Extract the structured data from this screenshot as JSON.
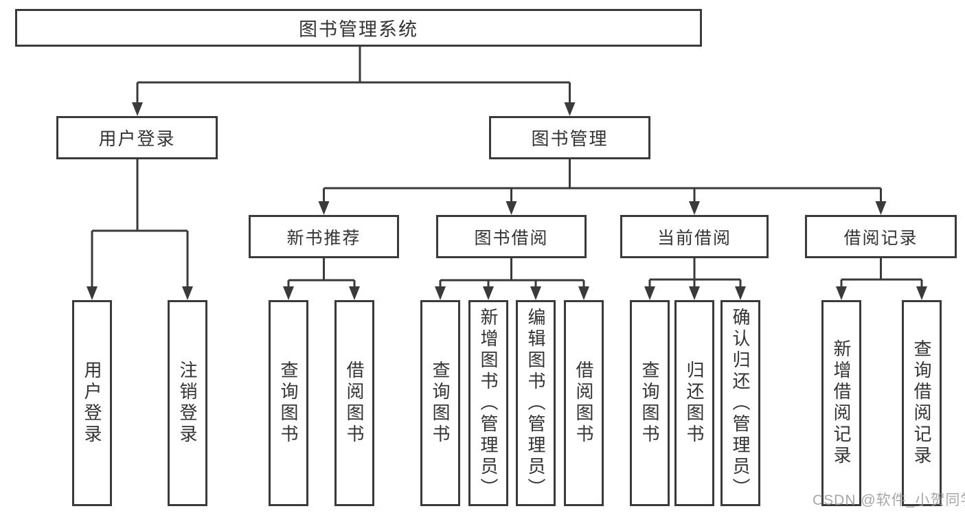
{
  "diagram": {
    "root": {
      "label": "图书管理系统"
    },
    "level2": [
      {
        "label": "用户登录",
        "children": [
          {
            "label": "用户登录"
          },
          {
            "label": "注销登录"
          }
        ]
      },
      {
        "label": "图书管理",
        "children": [
          {
            "label": "新书推荐",
            "children": [
              {
                "label": "查询图书"
              },
              {
                "label": "借阅图书"
              }
            ]
          },
          {
            "label": "图书借阅",
            "children": [
              {
                "label": "查询图书"
              },
              {
                "label": "新增图书（管理员）"
              },
              {
                "label": "编辑图书（管理员）"
              },
              {
                "label": "借阅图书"
              }
            ]
          },
          {
            "label": "当前借阅",
            "children": [
              {
                "label": "查询图书"
              },
              {
                "label": "归还图书"
              },
              {
                "label": "确认归还（管理员）"
              }
            ]
          },
          {
            "label": "借阅记录",
            "children": [
              {
                "label": "新增借阅记录"
              },
              {
                "label": "查询借阅记录"
              }
            ]
          }
        ]
      }
    ]
  },
  "line_color": "#3a3a3a",
  "watermark": "CSDN @软件_小贺同学"
}
